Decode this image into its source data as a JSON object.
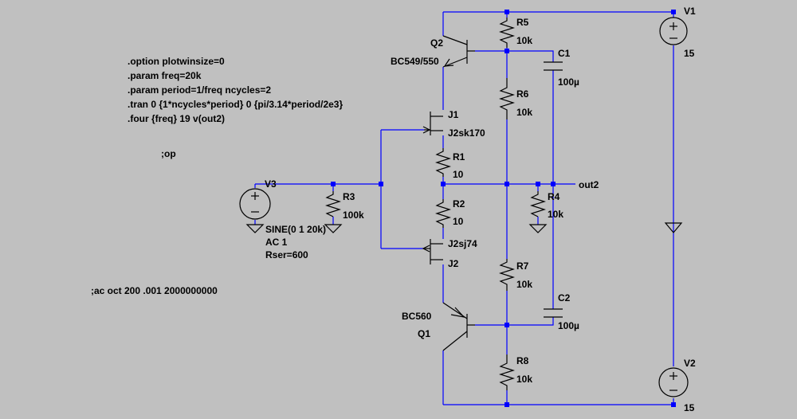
{
  "directives": [
    ".option plotwinsize=0",
    ".param freq=20k",
    ".param period=1/freq ncycles=2",
    ".tran 0 {1*ncycles*period} 0 {pi/3.14*period/2e3}",
    ".four {freq} 19 v(out2)"
  ],
  "comment_op": ";op",
  "comment_ac": ";ac  oct 200 .001 2000000000",
  "q2": {
    "name": "Q2",
    "model": "BC549/550"
  },
  "q1": {
    "name": "Q1",
    "model": "BC560"
  },
  "j1": {
    "name": "J1",
    "model": "J2sk170"
  },
  "j2": {
    "name": "J2",
    "model": "J2sj74"
  },
  "r1": {
    "name": "R1",
    "value": "10"
  },
  "r2": {
    "name": "R2",
    "value": "10"
  },
  "r3": {
    "name": "R3",
    "value": "100k"
  },
  "r4": {
    "name": "R4",
    "value": "10k"
  },
  "r5": {
    "name": "R5",
    "value": "10k"
  },
  "r6": {
    "name": "R6",
    "value": "10k"
  },
  "r7": {
    "name": "R7",
    "value": "10k"
  },
  "r8": {
    "name": "R8",
    "value": "10k"
  },
  "c1": {
    "name": "C1",
    "value": "100µ"
  },
  "c2": {
    "name": "C2",
    "value": "100µ"
  },
  "v1": {
    "name": "V1",
    "value": "15"
  },
  "v2": {
    "name": "V2",
    "value": "15"
  },
  "v3": {
    "name": "V3",
    "line1": "SINE(0 1 20k)",
    "line2": "AC 1",
    "line3": "Rser=600"
  },
  "net_out": "out2",
  "colors": {
    "background": "#c0c0c0",
    "wire": "#0000ff",
    "component": "#000000"
  }
}
